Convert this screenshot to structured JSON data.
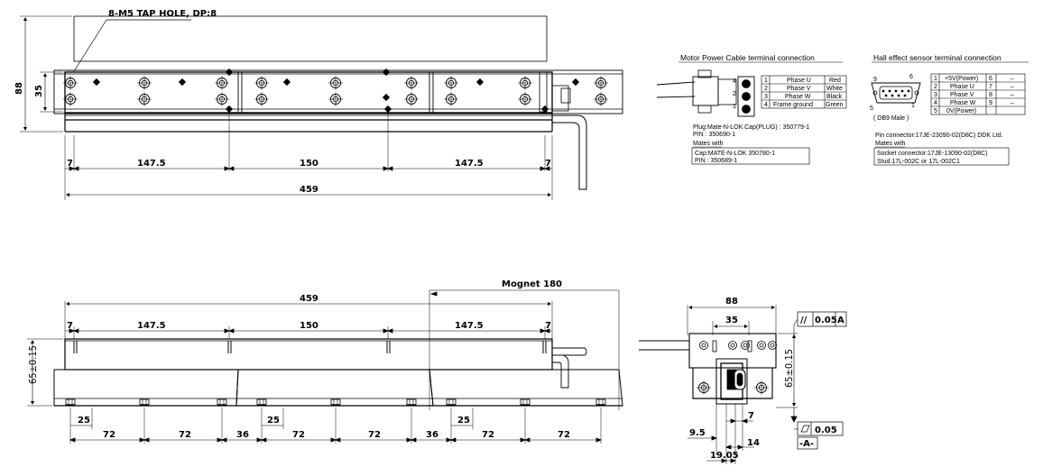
{
  "top_view": {
    "note": "8-M5 TAP HOLE, DP:8",
    "dims": {
      "h_total": "88",
      "h_inner": "35",
      "end_left": "7",
      "seg1": "147.5",
      "seg2": "150",
      "seg3": "147.5",
      "end_right": "7",
      "total": "459"
    }
  },
  "motor_power": {
    "title": "Motor Power Cable terminal connection",
    "rows": [
      {
        "pin": "1",
        "name": "Phase U",
        "color": "Red"
      },
      {
        "pin": "2",
        "name": "Phase V",
        "color": "White"
      },
      {
        "pin": "3",
        "name": "Phase W",
        "color": "Black"
      },
      {
        "pin": "4",
        "name": "Frame ground",
        "color": "Green"
      }
    ],
    "plug": "Plug:Mate-N-LOK Cap(PLUG) : 350779-1",
    "pin": "PIN : 350690-1",
    "mates_label": "Mates with",
    "mates_cap": "Cap:MATE-N-LOK 350780-1",
    "mates_pin": "PIN : 350689-1",
    "pin_numbers": [
      "4",
      "2",
      "1"
    ]
  },
  "hall": {
    "title": "Hall effect sensor terminal connection",
    "rows": [
      {
        "pin": "1",
        "name": "+5V(Power)",
        "pin2": "6",
        "name2": "–"
      },
      {
        "pin": "2",
        "name": "Phase U",
        "pin2": "7",
        "name2": "–"
      },
      {
        "pin": "3",
        "name": "Phase V",
        "pin2": "8",
        "name2": "–"
      },
      {
        "pin": "4",
        "name": "Phase W",
        "pin2": "9",
        "name2": "–"
      },
      {
        "pin": "5",
        "name": "0V(Power)",
        "pin2": "",
        "name2": ""
      }
    ],
    "db9_label": "( DB9 Male )",
    "pin_labels": {
      "tl": "9",
      "tr": "6",
      "bl": "5",
      "br": "1"
    },
    "connector": "Pin connector:17JE-23090-02(D8C) DDK Ltd.",
    "mates_label": "Mates with",
    "socket": "Socket connector:17JE-13090-02(D8C)",
    "stud": "Stud:17L-002C or 17L-002C1"
  },
  "side_view": {
    "magnet": "Mognet 180",
    "dims": {
      "total": "459",
      "end_left": "7",
      "seg1": "147.5",
      "seg2": "150",
      "seg3": "147.5",
      "end_right": "7",
      "height": "65±0.15",
      "p25": "25",
      "p72": "72",
      "p36": "36"
    }
  },
  "end_view": {
    "dims": {
      "w88": "88",
      "w35": "35",
      "height": "65±0.15",
      "d9_5": "9.5",
      "d19_05": "19.05",
      "d7": "7",
      "d14": "14"
    },
    "parallel": {
      "sym": "//",
      "tol": "0.05",
      "datum": "A"
    },
    "flatness": {
      "tol": "0.05",
      "datum_label": "-A-"
    }
  }
}
